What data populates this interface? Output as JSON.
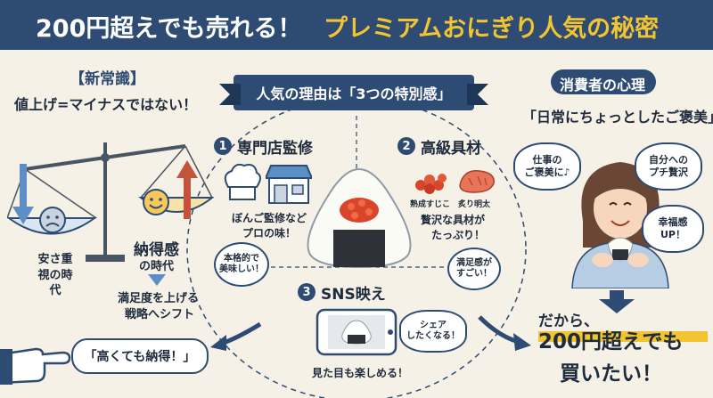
{
  "header": {
    "title_white": "200円超えでも売れる！",
    "title_yellow": "プレミアムおにぎり人気の秘密"
  },
  "left": {
    "tag": "【新常識】",
    "subtitle": "値上げ=マイナスではない！",
    "left_pan_label": "安さ重視の時代",
    "right_pan_label": "納得感",
    "right_pan_sub": "の時代",
    "shift_text_1": "満足度を上げる",
    "shift_text_2": "戦略へシフト",
    "pointing_quote": "「高くても納得！」"
  },
  "center": {
    "banner": "人気の理由は「3つの特別感」",
    "reason1": {
      "num": "1",
      "title": "専門店監修",
      "desc_1": "ぼんご監修など",
      "desc_2": "プロの味！",
      "bubble_1": "本格的で",
      "bubble_2": "美味しい！"
    },
    "reason2": {
      "num": "2",
      "title": "高級具材",
      "item_a": "熟成すじこ",
      "item_b": "炙り明太",
      "desc_1": "贅沢な具材が",
      "desc_2": "たっぷり！",
      "bubble_1": "満足感が",
      "bubble_2": "すごい！"
    },
    "reason3": {
      "num": "3",
      "title": "SNS映え",
      "bubble_1": "シェア",
      "bubble_2": "したくなる！",
      "caption": "見た目も楽しめる！"
    }
  },
  "right": {
    "tag": "消費者の心理",
    "subtitle": "「日常にちょっとしたご褒美」",
    "bubble_a_1": "仕事の",
    "bubble_a_2": "ご褒美に♪",
    "bubble_b_1": "自分への",
    "bubble_b_2": "プチ贅沢",
    "bubble_c_1": "幸福感",
    "bubble_c_2": "UP！",
    "conclusion_1": "だから、",
    "conclusion_2": "200円超えでも",
    "conclusion_3": "買いたい！"
  },
  "colors": {
    "navy": "#2d4b73",
    "yellow": "#f2c431",
    "rice": "#fbfbf6",
    "nori": "#2e3238",
    "roe": "#d8452b",
    "cream": "#f6f1e6"
  },
  "icons": [
    "scale-icon",
    "sad-face-icon",
    "smile-face-icon",
    "arrow-down-icon",
    "arrow-up-icon",
    "chef-hat-icon",
    "shop-icon",
    "salmon-roe-icon",
    "mentaiko-icon",
    "smartphone-icon",
    "onigiri-icon",
    "pointing-hand-icon",
    "woman-icon"
  ]
}
